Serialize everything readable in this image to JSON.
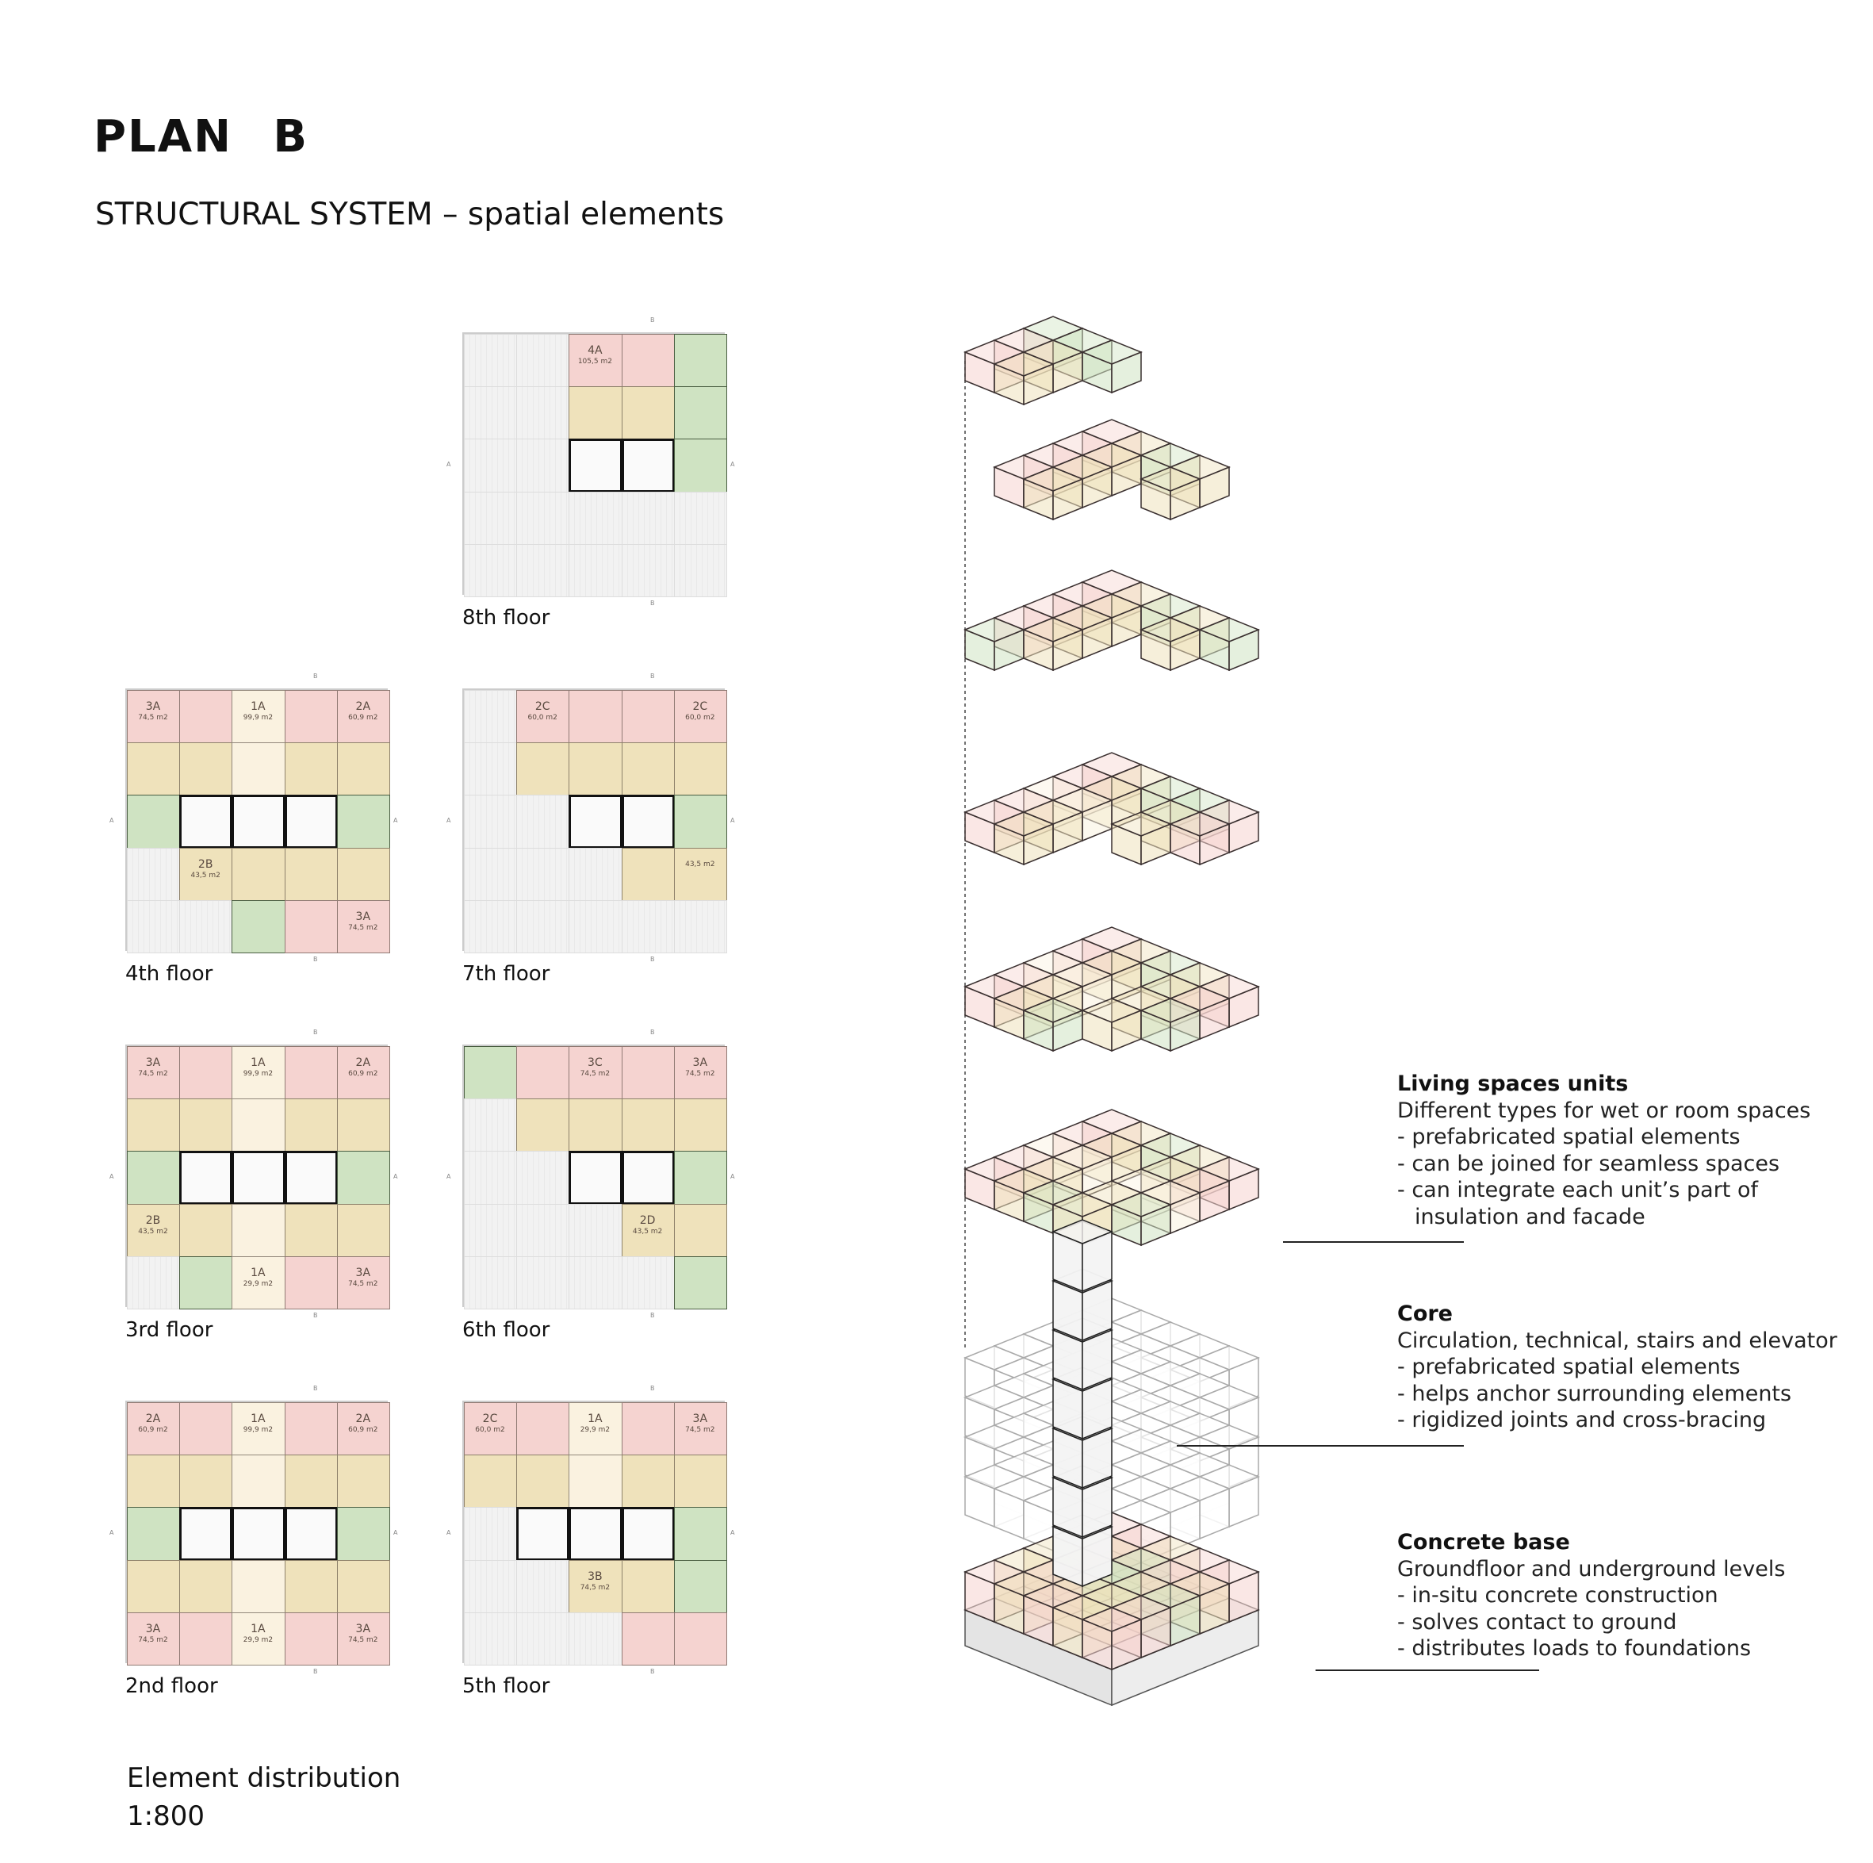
{
  "title": "PLAN   B",
  "subtitle": "STRUCTURAL SYSTEM – spatial elements",
  "section_marks": {
    "a": "A",
    "b": "B"
  },
  "legend_colors": {
    "p": "#f5d3d0",
    "y": "#efe2bb",
    "g": "#cfe3c2",
    "c": "#faf2e0",
    "w": "#fafafa"
  },
  "floors": [
    {
      "id": "8th",
      "label": "8th floor",
      "grid": [
        "xxppg",
        "xxyyg",
        "xxwwg",
        "xxxxx",
        "xxxxx"
      ],
      "units": [
        {
          "r": 0,
          "c": 2,
          "text": "4A",
          "area": "105,5 m2"
        }
      ]
    },
    {
      "id": "4th",
      "label": "4th floor",
      "grid": [
        "ppcpp",
        "yycyy",
        "gwwwg",
        "xyyyy",
        "xxgpp"
      ],
      "units": [
        {
          "r": 0,
          "c": 0,
          "text": "3A",
          "area": "74,5 m2"
        },
        {
          "r": 0,
          "c": 2,
          "text": "1A",
          "area": "99,9 m2"
        },
        {
          "r": 0,
          "c": 4,
          "text": "2A",
          "area": "60,9 m2"
        },
        {
          "r": 3,
          "c": 1,
          "text": "2B",
          "area": "43,5 m2"
        },
        {
          "r": 4,
          "c": 4,
          "text": "3A",
          "area": "74,5 m2"
        }
      ]
    },
    {
      "id": "7th",
      "label": "7th floor",
      "grid": [
        "xpppp",
        "xyyyy",
        "xxwwg",
        "xxxyy",
        "xxxxx"
      ],
      "units": [
        {
          "r": 0,
          "c": 1,
          "text": "2C",
          "area": "60,0 m2"
        },
        {
          "r": 0,
          "c": 4,
          "text": "2C",
          "area": "60,0 m2"
        },
        {
          "r": 3,
          "c": 4,
          "text": "",
          "area": "43,5 m2"
        }
      ]
    },
    {
      "id": "3rd",
      "label": "3rd floor",
      "grid": [
        "ppcpp",
        "yycyy",
        "gwwwg",
        "yycyy",
        "xgcpp"
      ],
      "units": [
        {
          "r": 0,
          "c": 0,
          "text": "3A",
          "area": "74,5 m2"
        },
        {
          "r": 0,
          "c": 2,
          "text": "1A",
          "area": "99,9 m2"
        },
        {
          "r": 0,
          "c": 4,
          "text": "2A",
          "area": "60,9 m2"
        },
        {
          "r": 3,
          "c": 0,
          "text": "2B",
          "area": "43,5 m2"
        },
        {
          "r": 4,
          "c": 2,
          "text": "1A",
          "area": "29,9 m2"
        },
        {
          "r": 4,
          "c": 4,
          "text": "3A",
          "area": "74,5 m2"
        }
      ]
    },
    {
      "id": "6th",
      "label": "6th floor",
      "grid": [
        "gpppp",
        "xyyyy",
        "xxwwg",
        "xxxyy",
        "xxxxg"
      ],
      "units": [
        {
          "r": 0,
          "c": 2,
          "text": "3C",
          "area": "74,5 m2"
        },
        {
          "r": 0,
          "c": 4,
          "text": "3A",
          "area": "74,5 m2"
        },
        {
          "r": 3,
          "c": 3,
          "text": "2D",
          "area": "43,5 m2"
        }
      ]
    },
    {
      "id": "2nd",
      "label": "2nd floor",
      "grid": [
        "ppcpp",
        "yycyy",
        "gwwwg",
        "yycyy",
        "ppcpp"
      ],
      "units": [
        {
          "r": 0,
          "c": 0,
          "text": "2A",
          "area": "60,9 m2"
        },
        {
          "r": 0,
          "c": 2,
          "text": "1A",
          "area": "99,9 m2"
        },
        {
          "r": 0,
          "c": 4,
          "text": "2A",
          "area": "60,9 m2"
        },
        {
          "r": 4,
          "c": 0,
          "text": "3A",
          "area": "74,5 m2"
        },
        {
          "r": 4,
          "c": 2,
          "text": "1A",
          "area": "29,9 m2"
        },
        {
          "r": 4,
          "c": 4,
          "text": "3A",
          "area": "74,5 m2"
        }
      ]
    },
    {
      "id": "5th",
      "label": "5th floor",
      "grid": [
        "ppcpp",
        "yycyy",
        "xwwwg",
        "xxyyg",
        "xxxpp"
      ],
      "units": [
        {
          "r": 0,
          "c": 0,
          "text": "2C",
          "area": "60,0 m2"
        },
        {
          "r": 0,
          "c": 2,
          "text": "1A",
          "area": "29,9 m2"
        },
        {
          "r": 0,
          "c": 4,
          "text": "3A",
          "area": "74,5 m2"
        },
        {
          "r": 3,
          "c": 2,
          "text": "3B",
          "area": "74,5 m2"
        }
      ]
    }
  ],
  "distribution": {
    "label": "Element distribution",
    "scale": "1:800"
  },
  "notes": {
    "living": {
      "heading": "Living spaces units",
      "intro": "Different types for wet or room spaces",
      "bullets": [
        "-  prefabricated spatial elements",
        "-  can be joined for seamless spaces",
        "-  can integrate each unit’s part of insulation and facade"
      ]
    },
    "core": {
      "heading": "Core",
      "intro": "Circulation, technical, stairs and elevator",
      "bullets": [
        "-  prefabricated spatial elements",
        "-  helps anchor surrounding elements",
        "-  rigidized joints and cross-bracing"
      ]
    },
    "base": {
      "heading": "Concrete base",
      "intro": "Groundfloor and underground levels",
      "bullets": [
        "-  in-situ concrete construction",
        "-  solves contact to ground",
        "-  distributes loads to foundations"
      ]
    }
  },
  "axon_layers": [
    "8th",
    "7th",
    "6th",
    "5th",
    "4th",
    "3rd"
  ]
}
